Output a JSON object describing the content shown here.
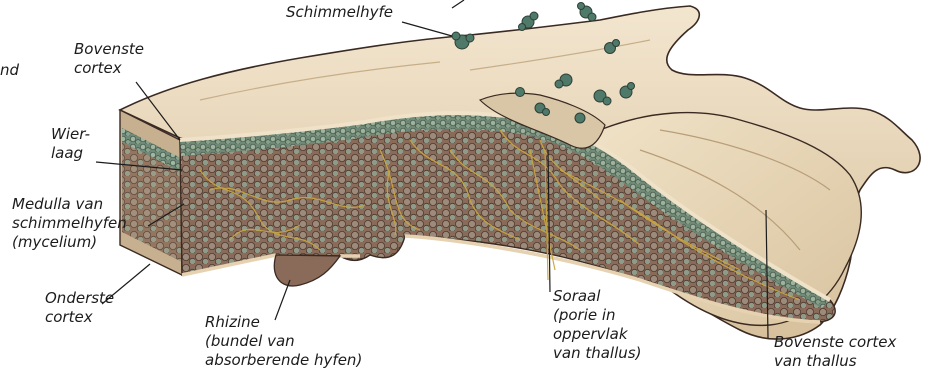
{
  "labels": {
    "cut_left": "nd",
    "schimmelhyfe": "Schimmelhyfe",
    "bovenste_cortex": [
      "Bovenste",
      "cortex"
    ],
    "wierlaag": [
      "Wier-",
      "laag"
    ],
    "medulla": [
      "Medulla van",
      "schimmelhyfen",
      "(mycelium)"
    ],
    "onderste_cortex": [
      "Onderste",
      "cortex"
    ],
    "rhizine": [
      "Rhizine",
      "(bundel van",
      "absorberende hyfen)"
    ],
    "soraal": [
      "Soraal",
      "(porie in",
      "oppervlak",
      "van thallus)"
    ],
    "bovenste_cortex_thallus": [
      "Bovenste cortex",
      "van thallus"
    ]
  },
  "colors": {
    "thallus_surface": "#ecdcc0",
    "thallus_shadow": "#cdb48f",
    "medulla_dark": "#7a5a4c",
    "algae_green": "#7f9a86",
    "hyphae_yellow": "#c9a640",
    "soredia_green": "#4f7a6a",
    "outline": "#3a2a22"
  }
}
